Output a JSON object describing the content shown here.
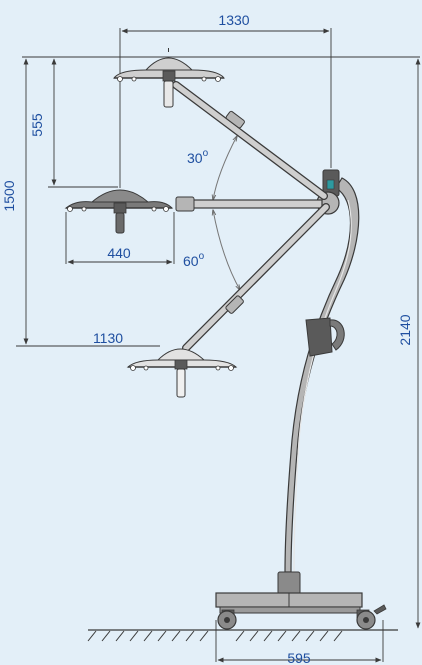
{
  "colors": {
    "background": "#e3eff8",
    "dimension_text": "#1f4fa0",
    "outline": "#3a3a3a",
    "lamp_fill": "#cfcfcf",
    "stand_fill": "#b5b5b5",
    "dark_fill": "#5a5a5a",
    "highlight": "#2d9aa0"
  },
  "dimensions": {
    "top_width": "1330",
    "upper_drop": "555",
    "total_reach_height": "1500",
    "lamp_diameter": "440",
    "lower_reach": "1130",
    "overall_height": "2140",
    "base_width": "595"
  },
  "angles": {
    "upper": "30",
    "lower": "60",
    "degree_mark": "o"
  }
}
